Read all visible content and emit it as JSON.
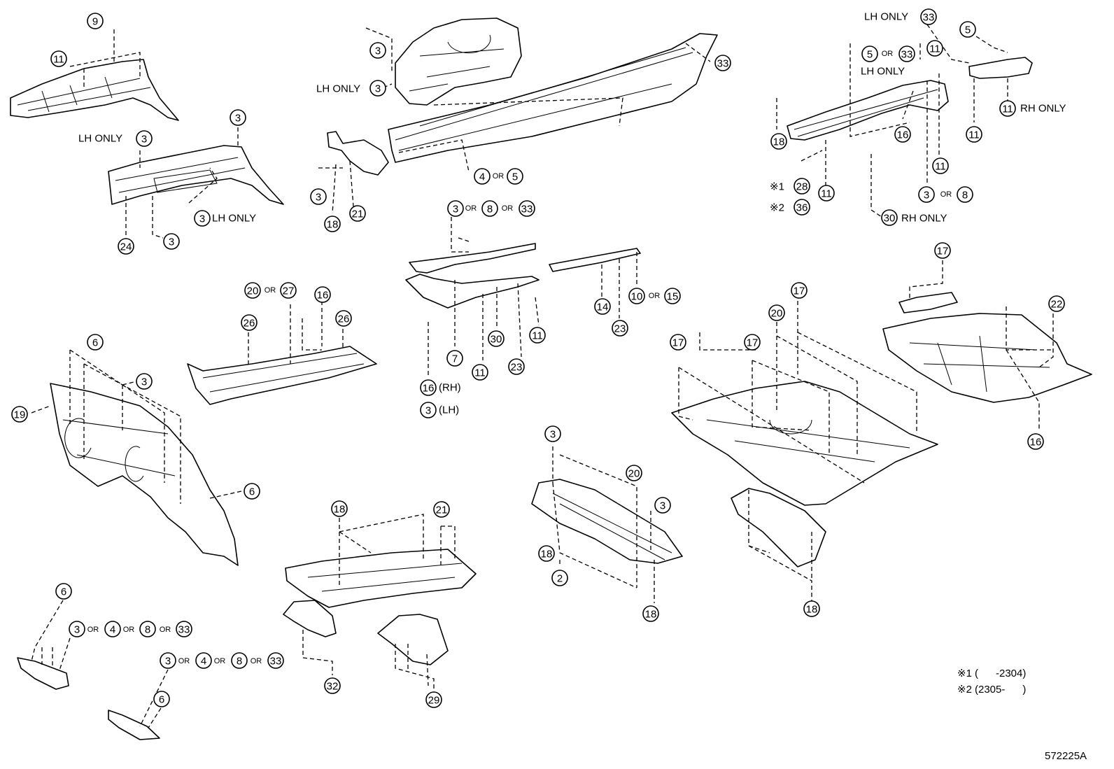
{
  "diagram_id": "572225A",
  "connector_word": "OR",
  "labels": {
    "lh_only": "LH ONLY",
    "rh_only": "RH ONLY",
    "rh_paren": "(RH)",
    "lh_paren": "(LH)"
  },
  "notes": [
    {
      "mark": "※1",
      "text": "(      -2304)"
    },
    {
      "mark": "※2",
      "text": "(2305-      )"
    }
  ],
  "marks": [
    "※1",
    "※2"
  ],
  "callouts": [
    {
      "id": "c1",
      "num": "9"
    },
    {
      "id": "c2",
      "num": "11"
    },
    {
      "id": "c3",
      "num": "3"
    },
    {
      "id": "c4",
      "num": "3"
    },
    {
      "id": "c5",
      "num": "3"
    },
    {
      "id": "c6",
      "num": "3"
    },
    {
      "id": "c7",
      "num": "24"
    },
    {
      "id": "c8",
      "num": "3"
    },
    {
      "id": "c9",
      "num": "3"
    },
    {
      "id": "c10",
      "num": "33"
    },
    {
      "id": "c11",
      "num": "4"
    },
    {
      "id": "c12",
      "num": "5"
    },
    {
      "id": "c13",
      "num": "3"
    },
    {
      "id": "c14",
      "num": "18"
    },
    {
      "id": "c15",
      "num": "21"
    },
    {
      "id": "c16",
      "num": "33"
    },
    {
      "id": "c17",
      "num": "5"
    },
    {
      "id": "c18",
      "num": "5"
    },
    {
      "id": "c19",
      "num": "33"
    },
    {
      "id": "c20",
      "num": "11"
    },
    {
      "id": "c21",
      "num": "11"
    },
    {
      "id": "c22",
      "num": "11"
    },
    {
      "id": "c23",
      "num": "18"
    },
    {
      "id": "c24",
      "num": "16"
    },
    {
      "id": "c25",
      "num": "11"
    },
    {
      "id": "c26",
      "num": "28"
    },
    {
      "id": "c27",
      "num": "11"
    },
    {
      "id": "c28",
      "num": "36"
    },
    {
      "id": "c29",
      "num": "3"
    },
    {
      "id": "c30",
      "num": "8"
    },
    {
      "id": "c31",
      "num": "30"
    },
    {
      "id": "c32",
      "num": "3"
    },
    {
      "id": "c33",
      "num": "8"
    },
    {
      "id": "c34",
      "num": "33"
    },
    {
      "id": "c35",
      "num": "14"
    },
    {
      "id": "c36",
      "num": "10"
    },
    {
      "id": "c37",
      "num": "15"
    },
    {
      "id": "c38",
      "num": "23"
    },
    {
      "id": "c39",
      "num": "20"
    },
    {
      "id": "c40",
      "num": "27"
    },
    {
      "id": "c41",
      "num": "16"
    },
    {
      "id": "c42",
      "num": "26"
    },
    {
      "id": "c43",
      "num": "26"
    },
    {
      "id": "c44",
      "num": "30"
    },
    {
      "id": "c45",
      "num": "11"
    },
    {
      "id": "c46",
      "num": "7"
    },
    {
      "id": "c47",
      "num": "11"
    },
    {
      "id": "c48",
      "num": "23"
    },
    {
      "id": "c49",
      "num": "16"
    },
    {
      "id": "c50",
      "num": "3"
    },
    {
      "id": "c51",
      "num": "17"
    },
    {
      "id": "c52",
      "num": "22"
    },
    {
      "id": "c53",
      "num": "16"
    },
    {
      "id": "c54",
      "num": "17"
    },
    {
      "id": "c55",
      "num": "20"
    },
    {
      "id": "c56",
      "num": "17"
    },
    {
      "id": "c57",
      "num": "17"
    },
    {
      "id": "c58",
      "num": "6"
    },
    {
      "id": "c59",
      "num": "3"
    },
    {
      "id": "c60",
      "num": "19"
    },
    {
      "id": "c61",
      "num": "6"
    },
    {
      "id": "c62",
      "num": "3"
    },
    {
      "id": "c63",
      "num": "20"
    },
    {
      "id": "c64",
      "num": "3"
    },
    {
      "id": "c65",
      "num": "18"
    },
    {
      "id": "c66",
      "num": "2"
    },
    {
      "id": "c67",
      "num": "18"
    },
    {
      "id": "c68",
      "num": "18"
    },
    {
      "id": "c69",
      "num": "18"
    },
    {
      "id": "c70",
      "num": "21"
    },
    {
      "id": "c71",
      "num": "32"
    },
    {
      "id": "c72",
      "num": "29"
    },
    {
      "id": "c73",
      "num": "6"
    },
    {
      "id": "c74",
      "num": "3"
    },
    {
      "id": "c75",
      "num": "4"
    },
    {
      "id": "c76",
      "num": "8"
    },
    {
      "id": "c77",
      "num": "33"
    },
    {
      "id": "c78",
      "num": "3"
    },
    {
      "id": "c79",
      "num": "4"
    },
    {
      "id": "c80",
      "num": "8"
    },
    {
      "id": "c81",
      "num": "33"
    },
    {
      "id": "c82",
      "num": "6"
    }
  ]
}
